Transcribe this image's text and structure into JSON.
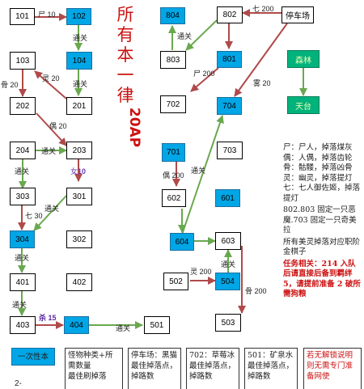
{
  "rooms": {
    "r101": "101",
    "r102": "102",
    "r103": "103",
    "r104": "104",
    "r201": "201",
    "r202": "202",
    "r203": "203",
    "r204": "204",
    "r301": "301",
    "r302": "302",
    "r303": "303",
    "r304": "304",
    "r401": "401",
    "r402": "402",
    "r403": "403",
    "r404": "404",
    "r501": "501",
    "r502": "502",
    "r503": "503",
    "r504": "504",
    "r601": "601",
    "r602": "602",
    "r603": "603",
    "r604": "604",
    "r701": "701",
    "r702": "702",
    "r703": "703",
    "r704": "704",
    "r801": "801",
    "r802": "802",
    "r803": "803",
    "r804": "804",
    "parking": "停车场",
    "forest": "森林",
    "rooftop": "天台"
  },
  "links": {
    "corpse10": "尸 10",
    "pass_803_804": "通关",
    "seven200": "七 200",
    "pass_102_104": "通关",
    "corpse200": "尸 200",
    "bone20": "骨 20",
    "spirit20": "灵 20",
    "pass_104_201": "通关",
    "fog20": "雾 20",
    "puppet20": "偶 20",
    "pass_204_203": "通关",
    "puppet200": "偶 200",
    "woman10": "女",
    "woman10_num": "10",
    "pass_204_303": "通关",
    "pass_301_304": "通关",
    "pass_602_604": "通关",
    "seven30": "七 30",
    "pass_304_401": "通关",
    "spirit200": "灵 200",
    "pass_503_603": "通关",
    "bone200": "骨 200",
    "pass_401_403": "通关",
    "kill15": "杀 15",
    "pass_404_501": "通关"
  },
  "title": {
    "chars": [
      "所",
      "有",
      "本",
      "一",
      "律"
    ],
    "num": "20AP"
  },
  "legend": {
    "l1": "尸：尸人，掉落煤灰偶：人偶，掉落齿轮骨：骷髅，掉落凶骨灵：幽灵，掉落提灯七：七人御佐姬，掉落提灯",
    "l2": "802.803 固定一只恶魔.703 固定一只奇美拉",
    "l3": "所有美灵掉落对应职阶金棋子",
    "l4": "任务相关：214 入队后请直接后备到羁绊 5，请提前准备 2 破所需狗粮"
  },
  "bottom": {
    "key_once": "一次性本",
    "monster": "怪物种类+所需数量",
    "monster_cut": "最佳刷掉落",
    "parking_note": "停车场：黑猫最佳掉落点，掉路数",
    "r702_note": "702：草莓冰最佳掉落点，掉路数",
    "r501_note": "501：矿泉水最佳掉落点，掉路数",
    "red_note": "若无解锁说明则无需专门准备网使",
    "bottom_cut": "2-"
  }
}
